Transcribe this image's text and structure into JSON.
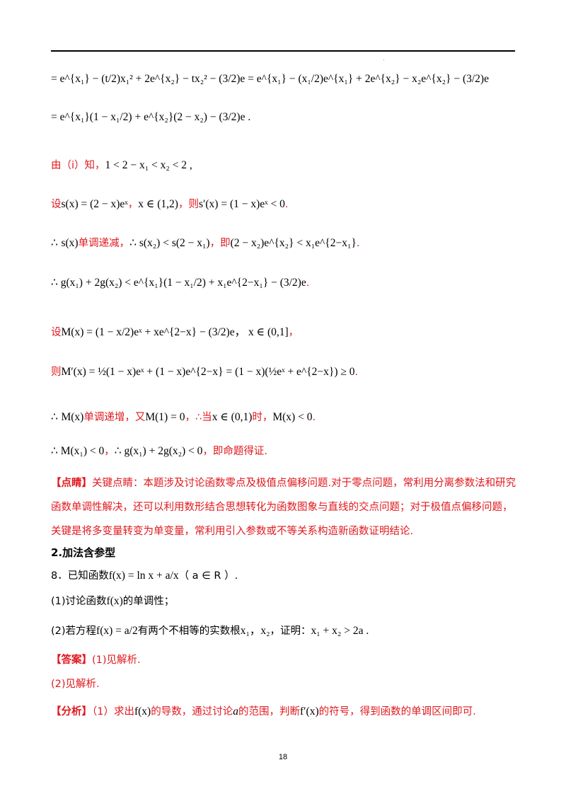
{
  "page_number": "18",
  "derivation": {
    "line1": "= e^{x₁} − (t/2)x₁² + 2e^{x₂} − tx₂² − (3/2)e = e^{x₁} − (x₁/2)e^{x₁} + 2e^{x₂} − x₂e^{x₂} − (3/2)e",
    "line2": "= e^{x₁}(1 − x₁/2) + e^{x₂}(2 − x₂) − (3/2)e ."
  },
  "steps": {
    "s1_red": "由（i）知，",
    "s1_math": "1 < 2 − x₁ < x₂ < 2 ,",
    "s2_red_a": "设",
    "s2_math_a": "s(x) = (2 − x)eˣ",
    "s2_sep": "，",
    "s2_math_b": "x ∈ (1,2)",
    "s2_red_b": "，则",
    "s2_math_c": "s′(x) = (1 − x)eˣ < 0",
    "s2_end": ".",
    "s3_therefore": "∴",
    "s3_math_a": "s(x)",
    "s3_red_a": "单调递减，",
    "s3_math_b": "∴ s(x₂) < s(2 − x₁)",
    "s3_red_b": "，即",
    "s3_math_c": "(2 − x₂)e^{x₂} < x₁e^{2−x₁}",
    "s3_end": ".",
    "s4_math": "∴ g(x₁) + 2g(x₂) < e^{x₁}(1 − x₁/2) + x₁e^{2−x₁} − (3/2)e",
    "s4_end": ".",
    "s5_red": "设",
    "s5_math_a": "M(x) = (1 − x/2)eˣ + xe^{2−x} − (3/2)e",
    "s5_math_b": "，  x ∈ (0,1]",
    "s5_end": "，",
    "s6_red": "则",
    "s6_math": "M′(x) = ½(1 − x)eˣ + (1 − x)e^{2−x} = (1 − x)(½eˣ + e^{2−x}) ≥ 0",
    "s6_end": ".",
    "s7_therefore": "∴",
    "s7_math_a": "M(x)",
    "s7_red_a": "单调递增，又",
    "s7_math_b": "M(1) = 0",
    "s7_red_b": "，∴当",
    "s7_math_c": "x ∈ (0,1)",
    "s7_red_c": "时，",
    "s7_math_d": "M(x) < 0",
    "s7_end": ".",
    "s8_math_a": "∴ M(x₁) < 0",
    "s8_red_a": "，",
    "s8_math_b": "∴ g(x₁) + 2g(x₂) < 0",
    "s8_red_b": "，即命题得证."
  },
  "comment": {
    "label": "【点睛】",
    "text": "关键点睛：本题涉及讨论函数零点及极值点偏移问题.对于零点问题，常利用分离参数法和研究函数单调性解决，还可以利用数形结合思想转化为函数图象与直线的交点问题；对于极值点偏移问题，关键是将多变量转变为单变量，常利用引入参数或不等关系构造新函数证明结论."
  },
  "section_heading": "2.加法含参型",
  "problem": {
    "stem_prefix": "8．已知函数",
    "stem_math": "f(x) = ln x + a/x",
    "stem_cond": "（ a ∈ R ）.",
    "part1_a": "(1)讨论函数",
    "part1_math": "f(x)",
    "part1_b": "的单调性；",
    "part2_a": "(2)若方程",
    "part2_math": "f(x) = a/2",
    "part2_b": "有两个不相等的实数根",
    "part2_roots": "x₁，x₂",
    "part2_c": "，证明：",
    "part2_goal": "x₁ + x₂ > 2a ."
  },
  "answer": {
    "label": "【答案】",
    "part1": "(1)见解析.",
    "part2": "(2)见解析."
  },
  "analysis": {
    "label": "【分析】",
    "t1": "（1）求出",
    "m1": "f(x)",
    "t2": "的导数，通过讨论",
    "m2": "a",
    "t3": "的范围，判断",
    "m3": "f′(x)",
    "t4": "的符号，得到函数的单调区间即可."
  }
}
